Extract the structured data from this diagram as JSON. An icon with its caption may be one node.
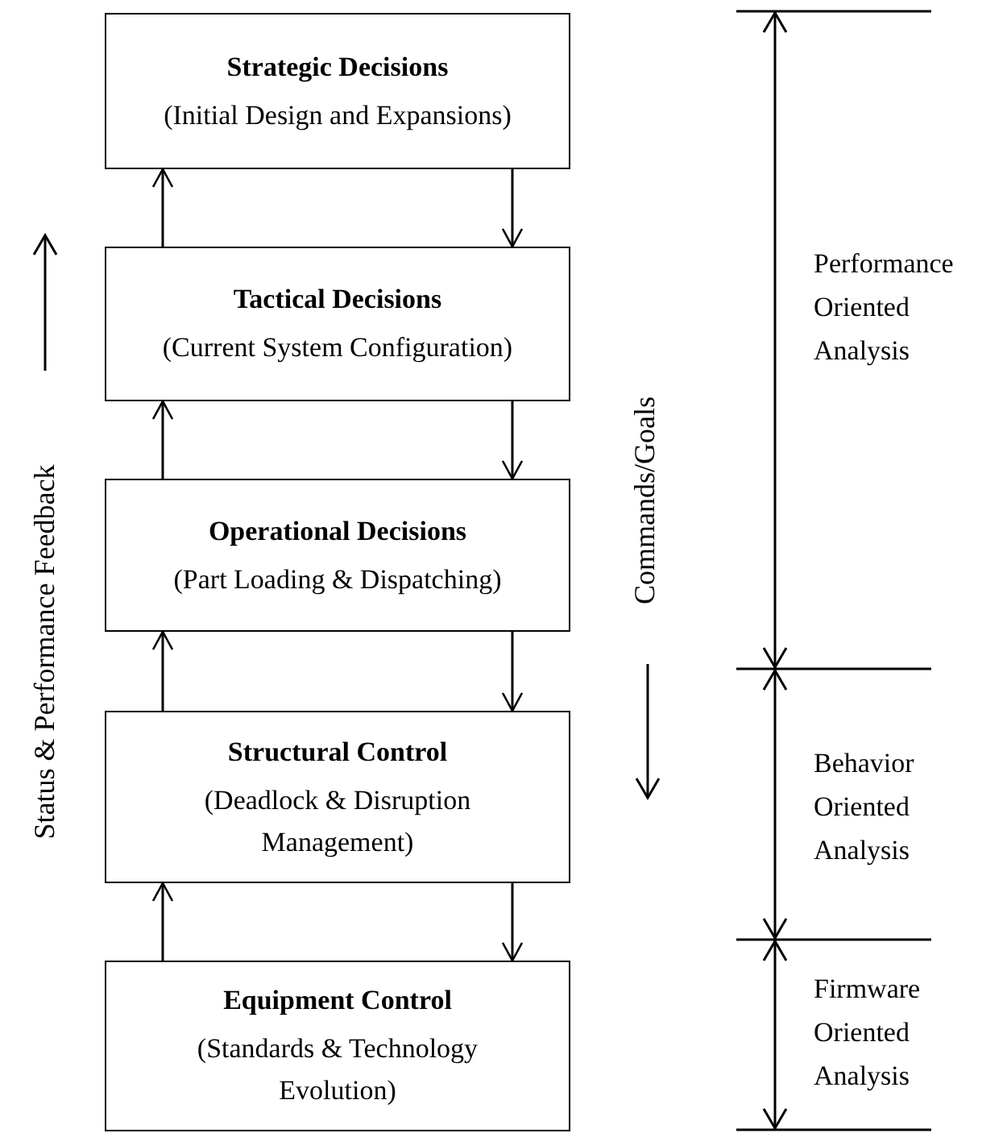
{
  "diagram": {
    "nodes": [
      {
        "text": [
          "Strategic Decisions",
          "(Initial Design and Expansions)"
        ]
      },
      {
        "text": [
          "Tactical Decisions",
          "(Current System Configuration)"
        ]
      },
      {
        "text": [
          "Operational Decisions",
          "(Part Loading & Dispatching)"
        ]
      },
      {
        "text": [
          "Structural Control",
          "(Deadlock & Disruption Management)"
        ]
      },
      {
        "text": [
          "Equipment Control",
          "(Standards & Technology Evolution)"
        ]
      }
    ],
    "edges": [
      {
        "from": 1,
        "to": 0,
        "arrow": "to"
      },
      {
        "from": 0,
        "to": 1,
        "arrow": "to"
      },
      {
        "from": 2,
        "to": 1,
        "arrow": "to"
      },
      {
        "from": 1,
        "to": 2,
        "arrow": "to"
      },
      {
        "from": 3,
        "to": 2,
        "arrow": "to"
      },
      {
        "from": 2,
        "to": 3,
        "arrow": "to"
      },
      {
        "from": 4,
        "to": 3,
        "arrow": "to"
      },
      {
        "from": 3,
        "to": 4,
        "arrow": "to"
      }
    ],
    "labels": [
      "Status & Performance Feedback",
      "Commands/Goals",
      "Performance Oriented Analysis",
      "Behavior Oriented Analysis",
      "Firmware Oriented Analysis"
    ]
  }
}
